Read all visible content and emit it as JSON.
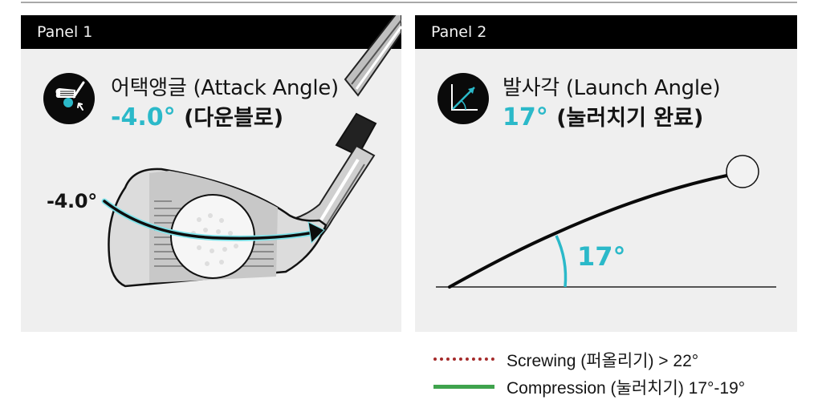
{
  "panels": [
    {
      "header": "Panel 1",
      "icon": "club-impact-icon",
      "title": "어택앵글 (Attack Angle)",
      "value": "-4.0°",
      "value_note": "(다운블로)",
      "diagram_label": "-4.0°"
    },
    {
      "header": "Panel 2",
      "icon": "launch-angle-icon",
      "title": "발사각 (Launch Angle)",
      "value": "17°",
      "value_note": "(눌러치기 완료)",
      "diagram_label": "17°"
    }
  ],
  "legend": [
    {
      "style": "dotted",
      "color": "#a52a2a",
      "label": "Screwing (퍼올리기) > 22°"
    },
    {
      "style": "solid",
      "color": "#3fa34d",
      "label": "Compression (눌러치기) 17°-19°"
    }
  ],
  "colors": {
    "accent": "#2bb9c9",
    "header_bg": "#000000",
    "panel_bg": "#efefef"
  }
}
